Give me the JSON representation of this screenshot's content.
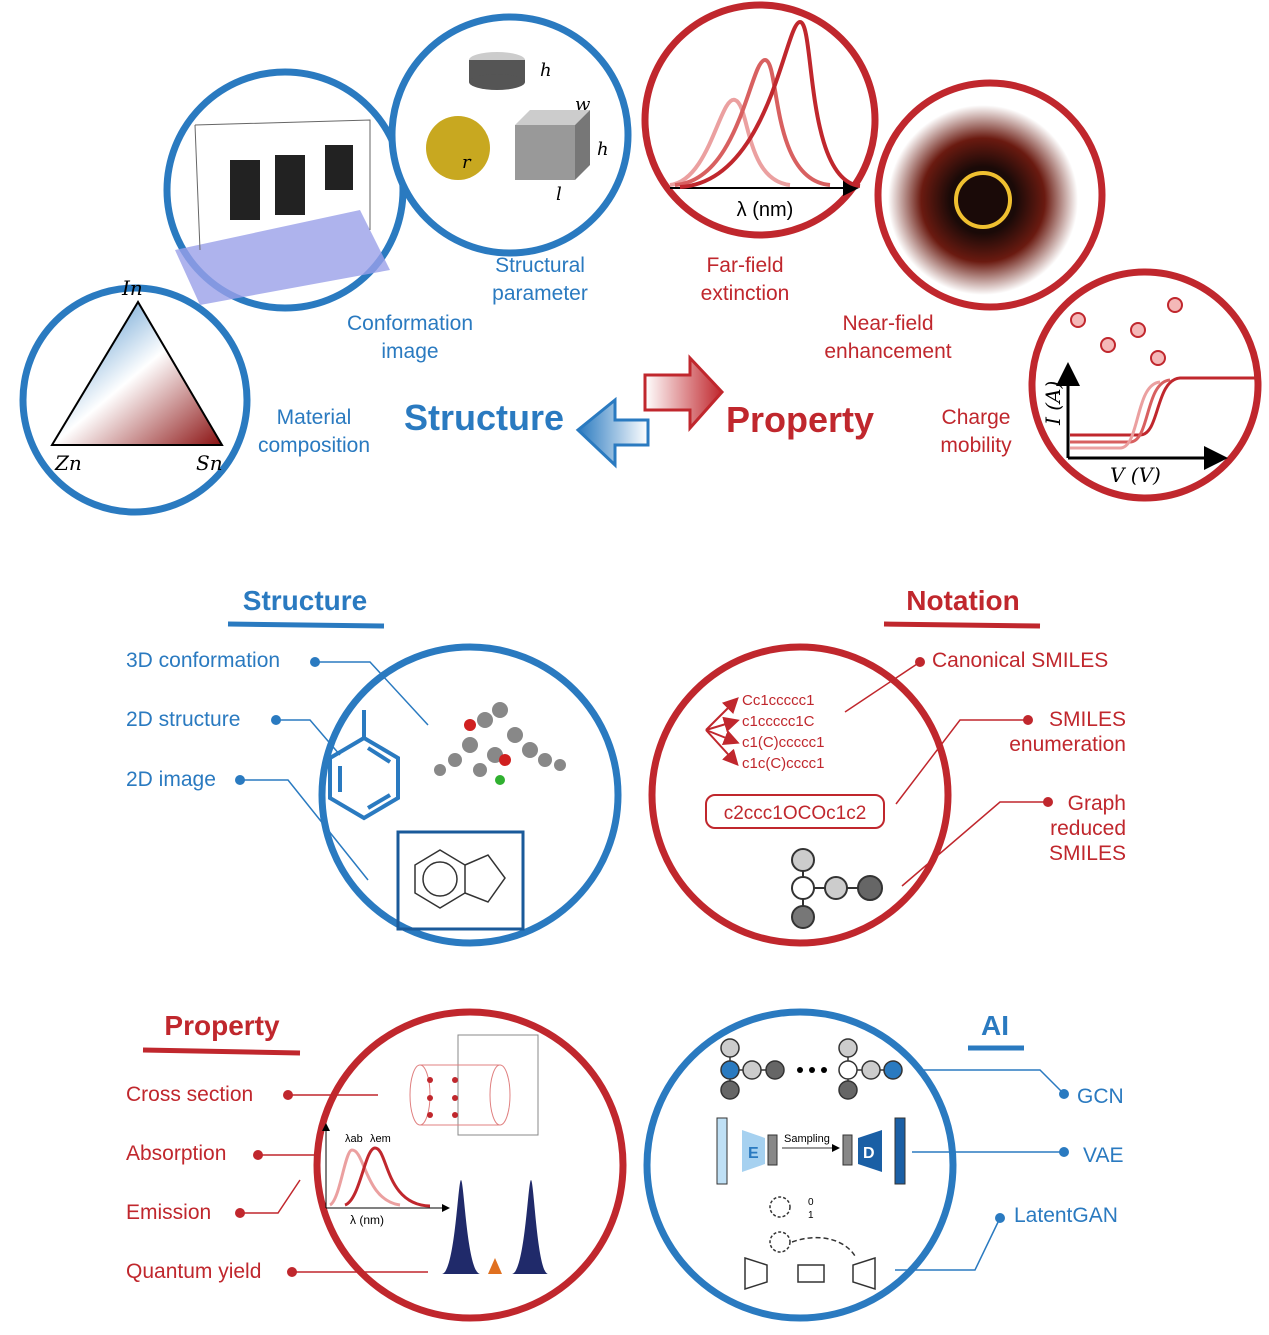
{
  "colors": {
    "structure": "#2a7ac0",
    "property": "#c0272d"
  },
  "top": {
    "structure_title": "Structure",
    "property_title": "Property",
    "material": {
      "label1": "Material",
      "label2": "composition",
      "vertex_top": "In",
      "vertex_left": "Zn",
      "vertex_right": "Sn"
    },
    "conformation": {
      "label1": "Conformation",
      "label2": "image"
    },
    "structural": {
      "label1": "Structural",
      "label2": "parameter",
      "r": "r",
      "h": "h",
      "w": "w",
      "l": "l"
    },
    "farfield": {
      "label1": "Far-field",
      "label2": "extinction",
      "axis": "λ (nm)"
    },
    "nearfield": {
      "label1": "Near-field",
      "label2": "enhancement"
    },
    "charge": {
      "label1": "Charge",
      "label2": "mobility",
      "yaxis": "I (A)",
      "xaxis": "V (V)"
    }
  },
  "structure_panel": {
    "title": "Structure",
    "items": [
      "3D conformation",
      "2D structure",
      "2D image"
    ]
  },
  "notation_panel": {
    "title": "Notation",
    "items": [
      "Canonical SMILES",
      "SMILES",
      "enumeration",
      "Graph",
      "reduced",
      "SMILES"
    ],
    "smiles": [
      "Cc1ccccc1",
      "c1ccccc1C",
      "c1(C)ccccc1",
      "c1c(C)cccc1"
    ],
    "boxed": "c2ccc1OCOc1c2"
  },
  "property_panel": {
    "title": "Property",
    "items": [
      "Cross section",
      "Absorption",
      "Emission",
      "Quantum yield"
    ],
    "lab": "λab",
    "lem": "λem",
    "axis": "λ (nm)"
  },
  "ai_panel": {
    "title": "AI",
    "items": [
      "GCN",
      "VAE",
      "LatentGAN"
    ],
    "encoder": "E",
    "decoder": "D",
    "sampling": "Sampling",
    "zero": "0",
    "one": "1"
  }
}
